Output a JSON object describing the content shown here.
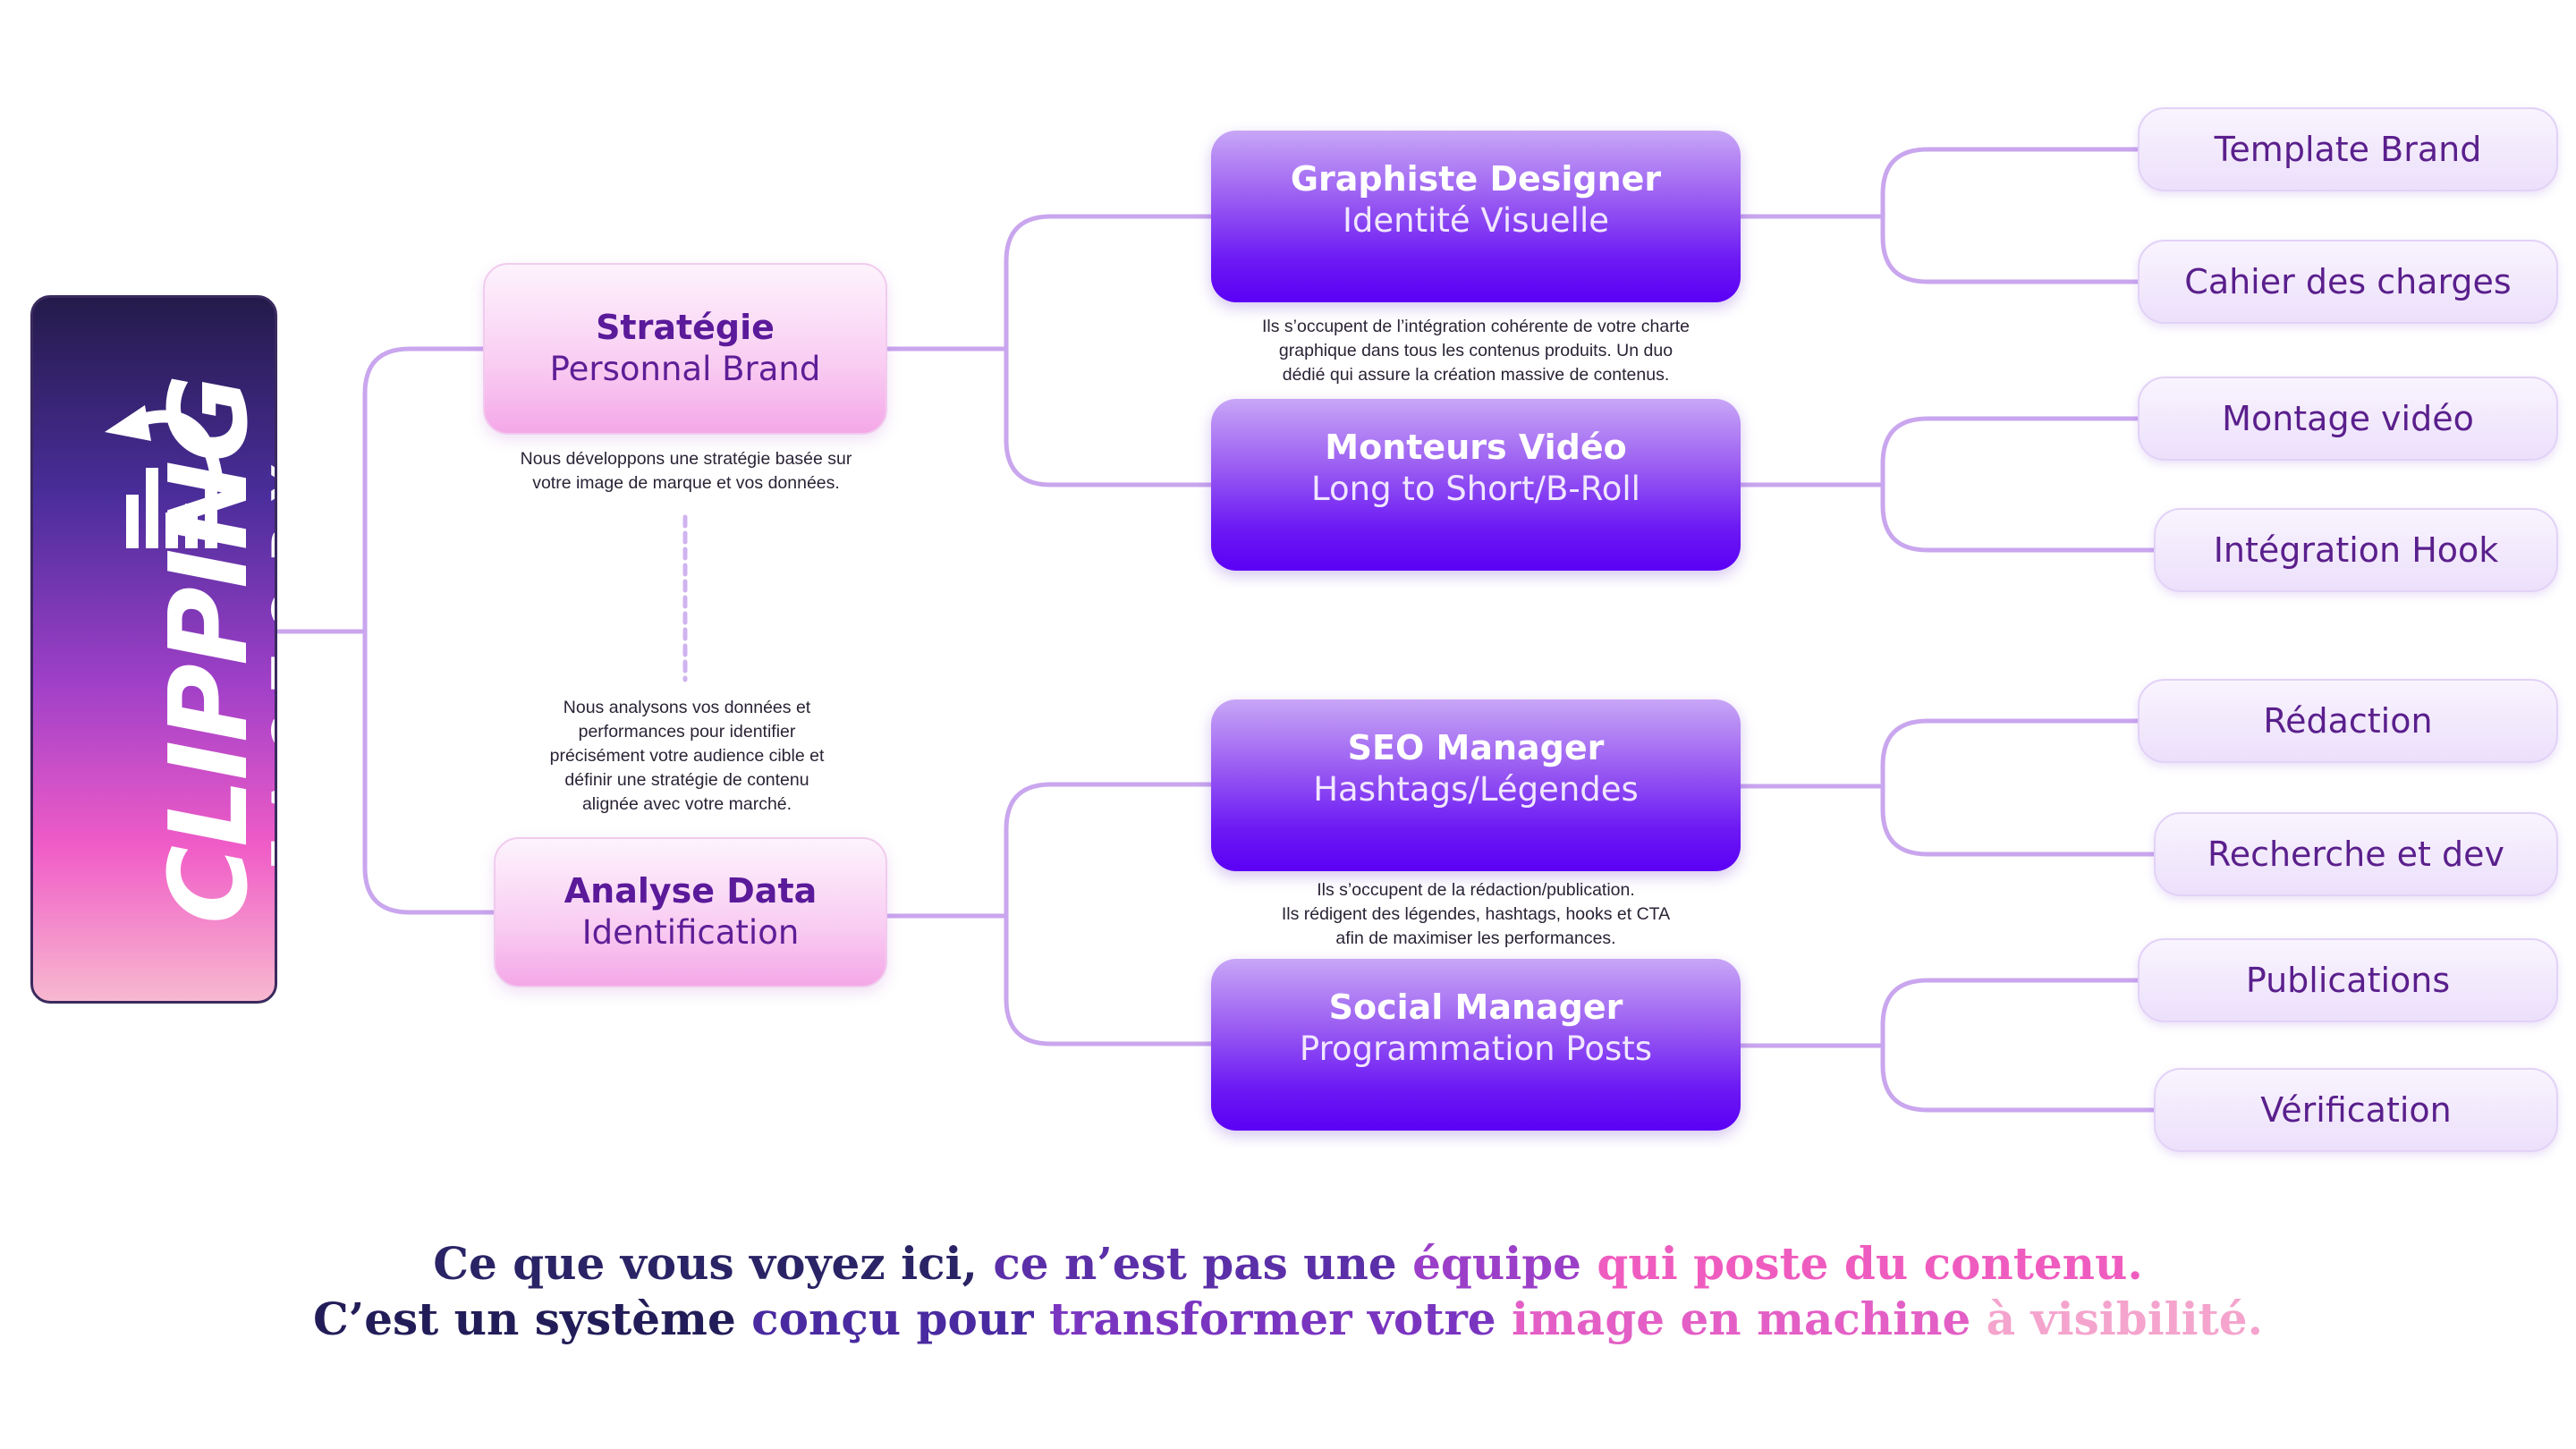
{
  "logo": {
    "main": "CLIPPING",
    "sub": "FACTORY"
  },
  "level1": {
    "strategie": {
      "title": "Stratégie",
      "subtitle": "Personnal Brand"
    },
    "analyse": {
      "title": "Analyse Data",
      "subtitle": "Identification"
    }
  },
  "level2": {
    "graphiste": {
      "title": "Graphiste Designer",
      "subtitle": "Identité Visuelle"
    },
    "monteurs": {
      "title": "Monteurs Vidéo",
      "subtitle": "Long to Short/B-Roll"
    },
    "seo": {
      "title": "SEO Manager",
      "subtitle": "Hashtags/Légendes"
    },
    "social": {
      "title": "Social Manager",
      "subtitle": "Programmation Posts"
    }
  },
  "leaves": {
    "template_brand": "Template Brand",
    "cahier_charges": "Cahier des charges",
    "montage_video": "Montage vidéo",
    "integration_hook": "Intégration Hook",
    "redaction": "Rédaction",
    "recherche_dev": "Recherche et dev",
    "publications": "Publications",
    "verification": "Vérification"
  },
  "notes": {
    "strategie": [
      "Nous développons une stratégie basée sur",
      "votre image de marque et vos données."
    ],
    "analyse": [
      "Nous analysons vos données et",
      "performances pour identifier",
      "précisément votre audience cible et",
      "définir une stratégie de contenu",
      "alignée avec votre marché."
    ],
    "graphiste": [
      "Ils s’occupent de l’intégration cohérente de votre charte",
      "graphique dans tous les contenus produits. Un duo",
      "dédié qui assure la création massive de contenus."
    ],
    "seo": [
      "Ils s’occupent de la rédaction/publication.",
      "Ils rédigent des légendes, hashtags, hooks et CTA",
      "afin de maximiser les performances."
    ]
  },
  "tagline": {
    "line1": [
      {
        "text": "Ce que vous voyez ici, ",
        "color": "#2a2466"
      },
      {
        "text": "ce n’est pas une ",
        "color": "#5b2fa8"
      },
      {
        "text": "équipe ",
        "color": "#9b3fc8"
      },
      {
        "text": "qui poste du contenu.",
        "color": "#ef5cbf"
      }
    ],
    "line2": [
      {
        "text": "C’est un système ",
        "color": "#221d58"
      },
      {
        "text": "conçu pour ",
        "color": "#4a2aa0"
      },
      {
        "text": "transformer votre ",
        "color": "#7a35c0"
      },
      {
        "text": "image en machine ",
        "color": "#e35fc6"
      },
      {
        "text": "à visibilité.",
        "color": "#f4a4cd"
      }
    ]
  },
  "colors": {
    "connector": "#c9a6ee",
    "purple_box": "#6c1af4",
    "pink_box": "#f9ccf2",
    "leaf_box": "#ece0fb"
  }
}
